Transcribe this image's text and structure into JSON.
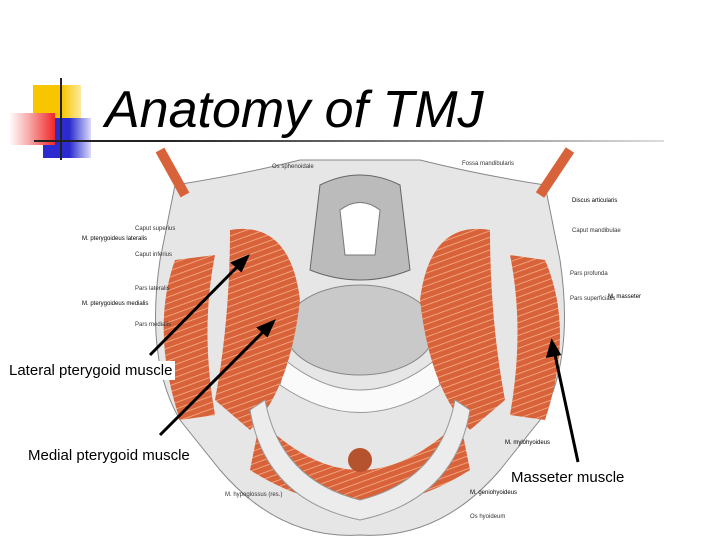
{
  "slide": {
    "title": "Anatomy of TMJ",
    "callouts": {
      "lateral": "Lateral pterygoid muscle",
      "medial": "Medial pterygoid muscle",
      "masseter": "Masseter muscle"
    },
    "figure_labels": {
      "os_sphenoidale": "Os sphenoidale",
      "fossa": "Fossa mandibularis",
      "discus": "Discus articularis",
      "caput_mandibulae": "Caput mandibulae",
      "pars_profunda": "Pars profunda",
      "pars_superficialis": "Pars superficialis",
      "m_masseter": "M. masseter",
      "m_pterygoideus_lateralis": "M. pterygoideus lateralis",
      "caput_superius": "Caput superius",
      "caput_inferius": "Caput inferius",
      "m_pterygoideus_medialis": "M. pterygoideus medialis",
      "pars_lateralis": "Pars lateralis",
      "pars_medialis": "Pars medialis",
      "m_mylohyoideus": "M. mylohyoideus",
      "m_geniohyoideus": "M. geniohyoideus",
      "m_hypoglossus": "M. hypoglossus (res.)",
      "os_hyoideum": "Os hyoideum"
    },
    "colors": {
      "accent_yellow": "#f7c600",
      "accent_blue": "#2b2bd0",
      "accent_red": "#f03030",
      "muscle": "#d8633a",
      "bone": "#e6e6e6"
    }
  }
}
